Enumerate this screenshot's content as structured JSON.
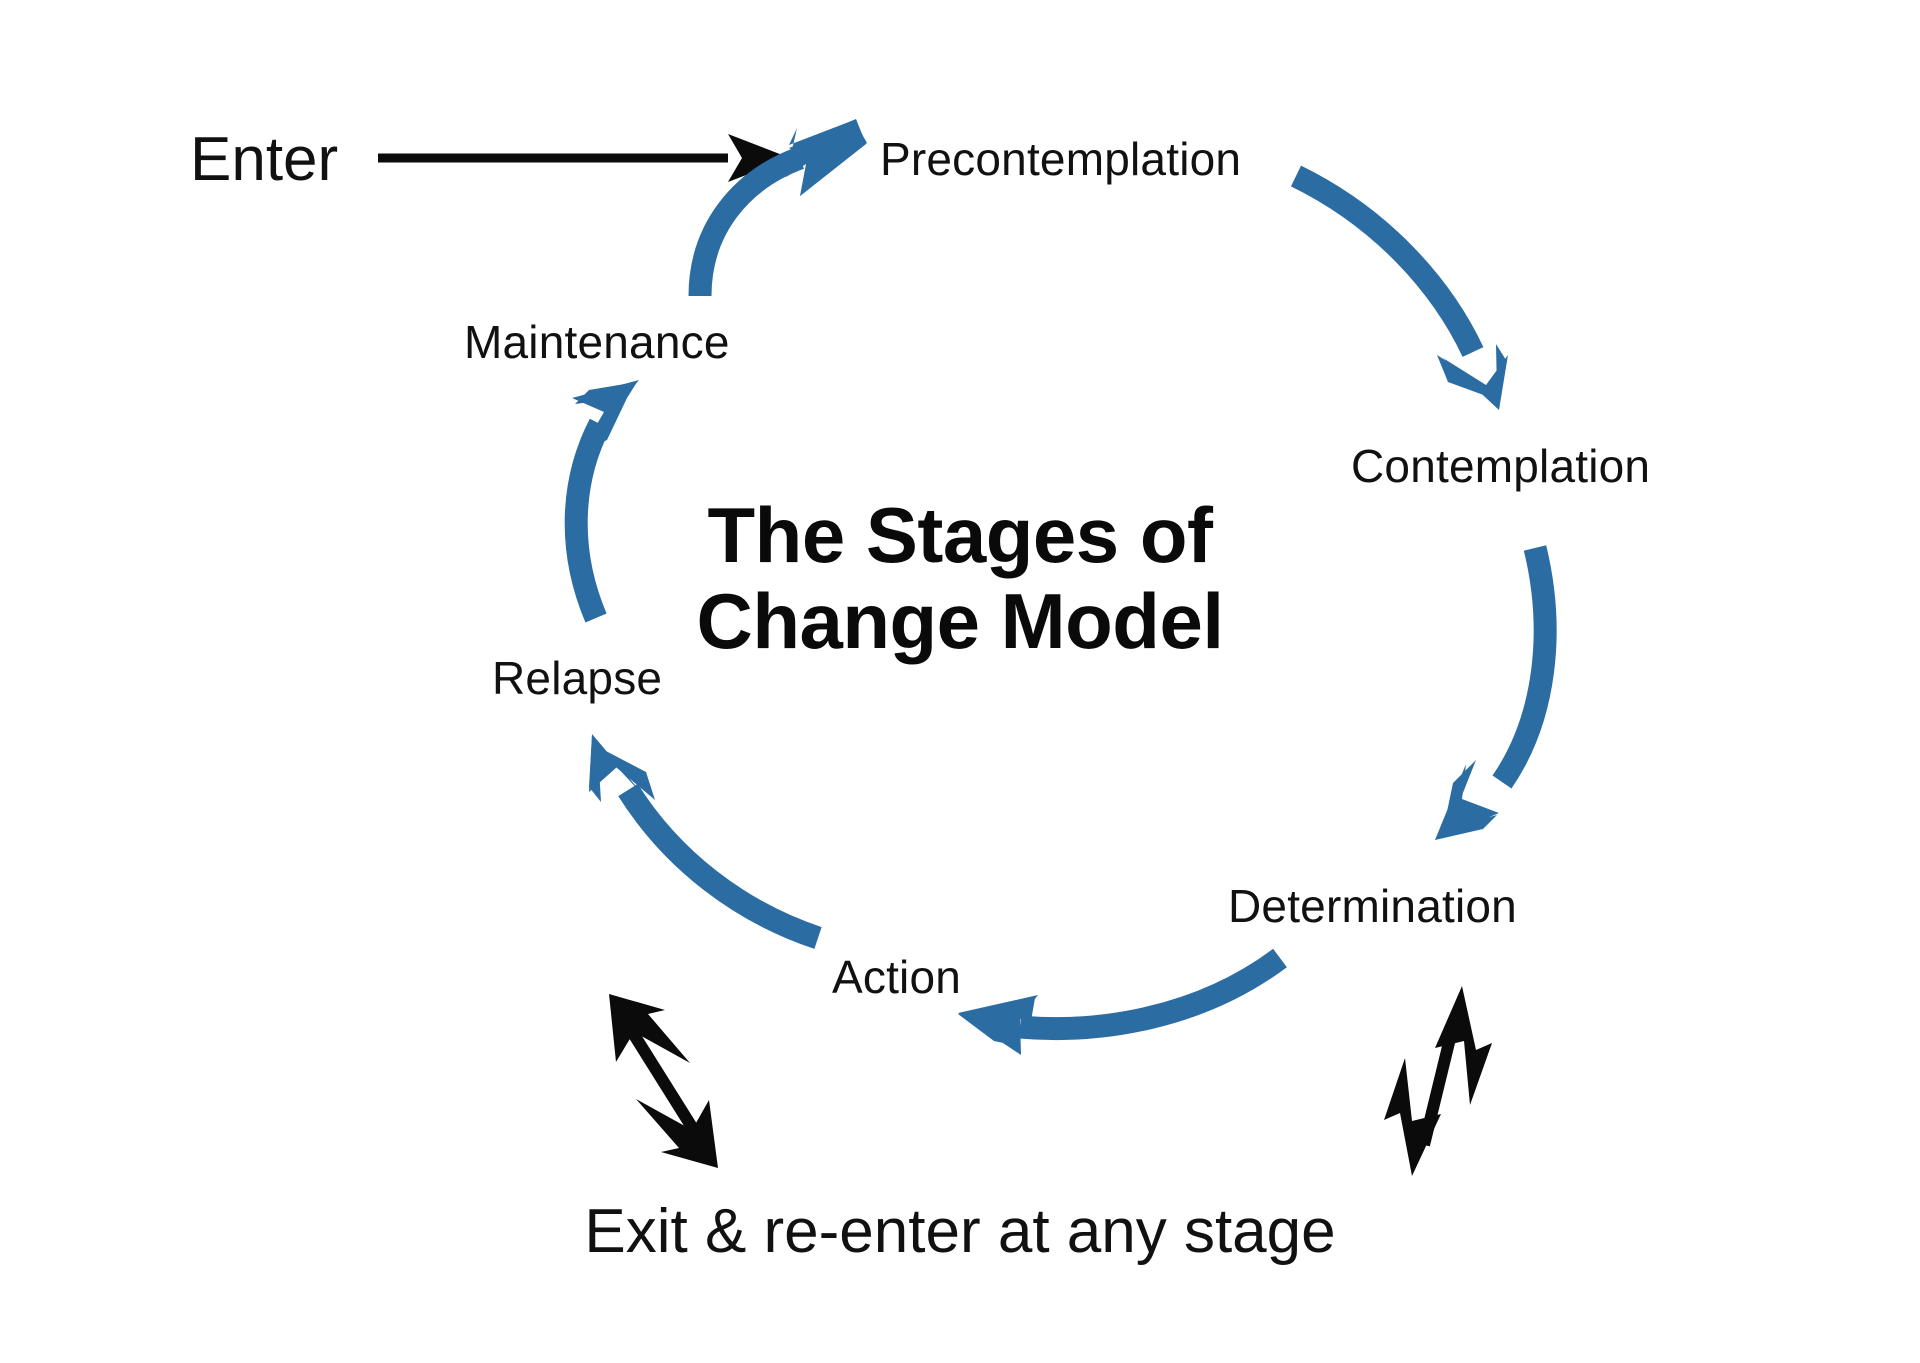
{
  "diagram": {
    "title_line1": "The Stages of",
    "title_line2": "Change Model",
    "entry_label": "Enter",
    "exit_label": "Exit & re-enter at any stage",
    "accent_color": "#2B6CA3",
    "text_color": "#111111",
    "background_color": "#FFFFFF",
    "stages": [
      {
        "id": "precontemplation",
        "label": "Precontemplation"
      },
      {
        "id": "contemplation",
        "label": "Contemplation"
      },
      {
        "id": "determination",
        "label": "Determination"
      },
      {
        "id": "action",
        "label": "Action"
      },
      {
        "id": "relapse",
        "label": "Relapse"
      },
      {
        "id": "maintenance",
        "label": "Maintenance"
      }
    ],
    "arrows": [
      {
        "id": "enter-arrow",
        "kind": "straight-black",
        "from": "Enter",
        "to": "Precontemplation"
      },
      {
        "id": "maintenance-to-precontemplation",
        "kind": "curved-blue",
        "from": "Maintenance",
        "to": "Precontemplation"
      },
      {
        "id": "precontemplation-to-contemplation",
        "kind": "curved-blue",
        "from": "Precontemplation",
        "to": "Contemplation"
      },
      {
        "id": "contemplation-to-determination",
        "kind": "curved-blue",
        "from": "Contemplation",
        "to": "Determination"
      },
      {
        "id": "determination-to-action",
        "kind": "curved-blue",
        "from": "Determination",
        "to": "Action"
      },
      {
        "id": "action-to-relapse",
        "kind": "curved-blue",
        "from": "Action",
        "to": "Relapse"
      },
      {
        "id": "relapse-to-maintenance",
        "kind": "curved-blue",
        "from": "Relapse",
        "to": "Maintenance"
      },
      {
        "id": "exit-left-double-arrow",
        "kind": "double-headed-black",
        "from": "Action",
        "to": "Exit & re-enter at any stage"
      },
      {
        "id": "exit-right-double-arrow",
        "kind": "double-headed-black",
        "from": "Determination",
        "to": "Exit & re-enter at any stage"
      }
    ]
  }
}
